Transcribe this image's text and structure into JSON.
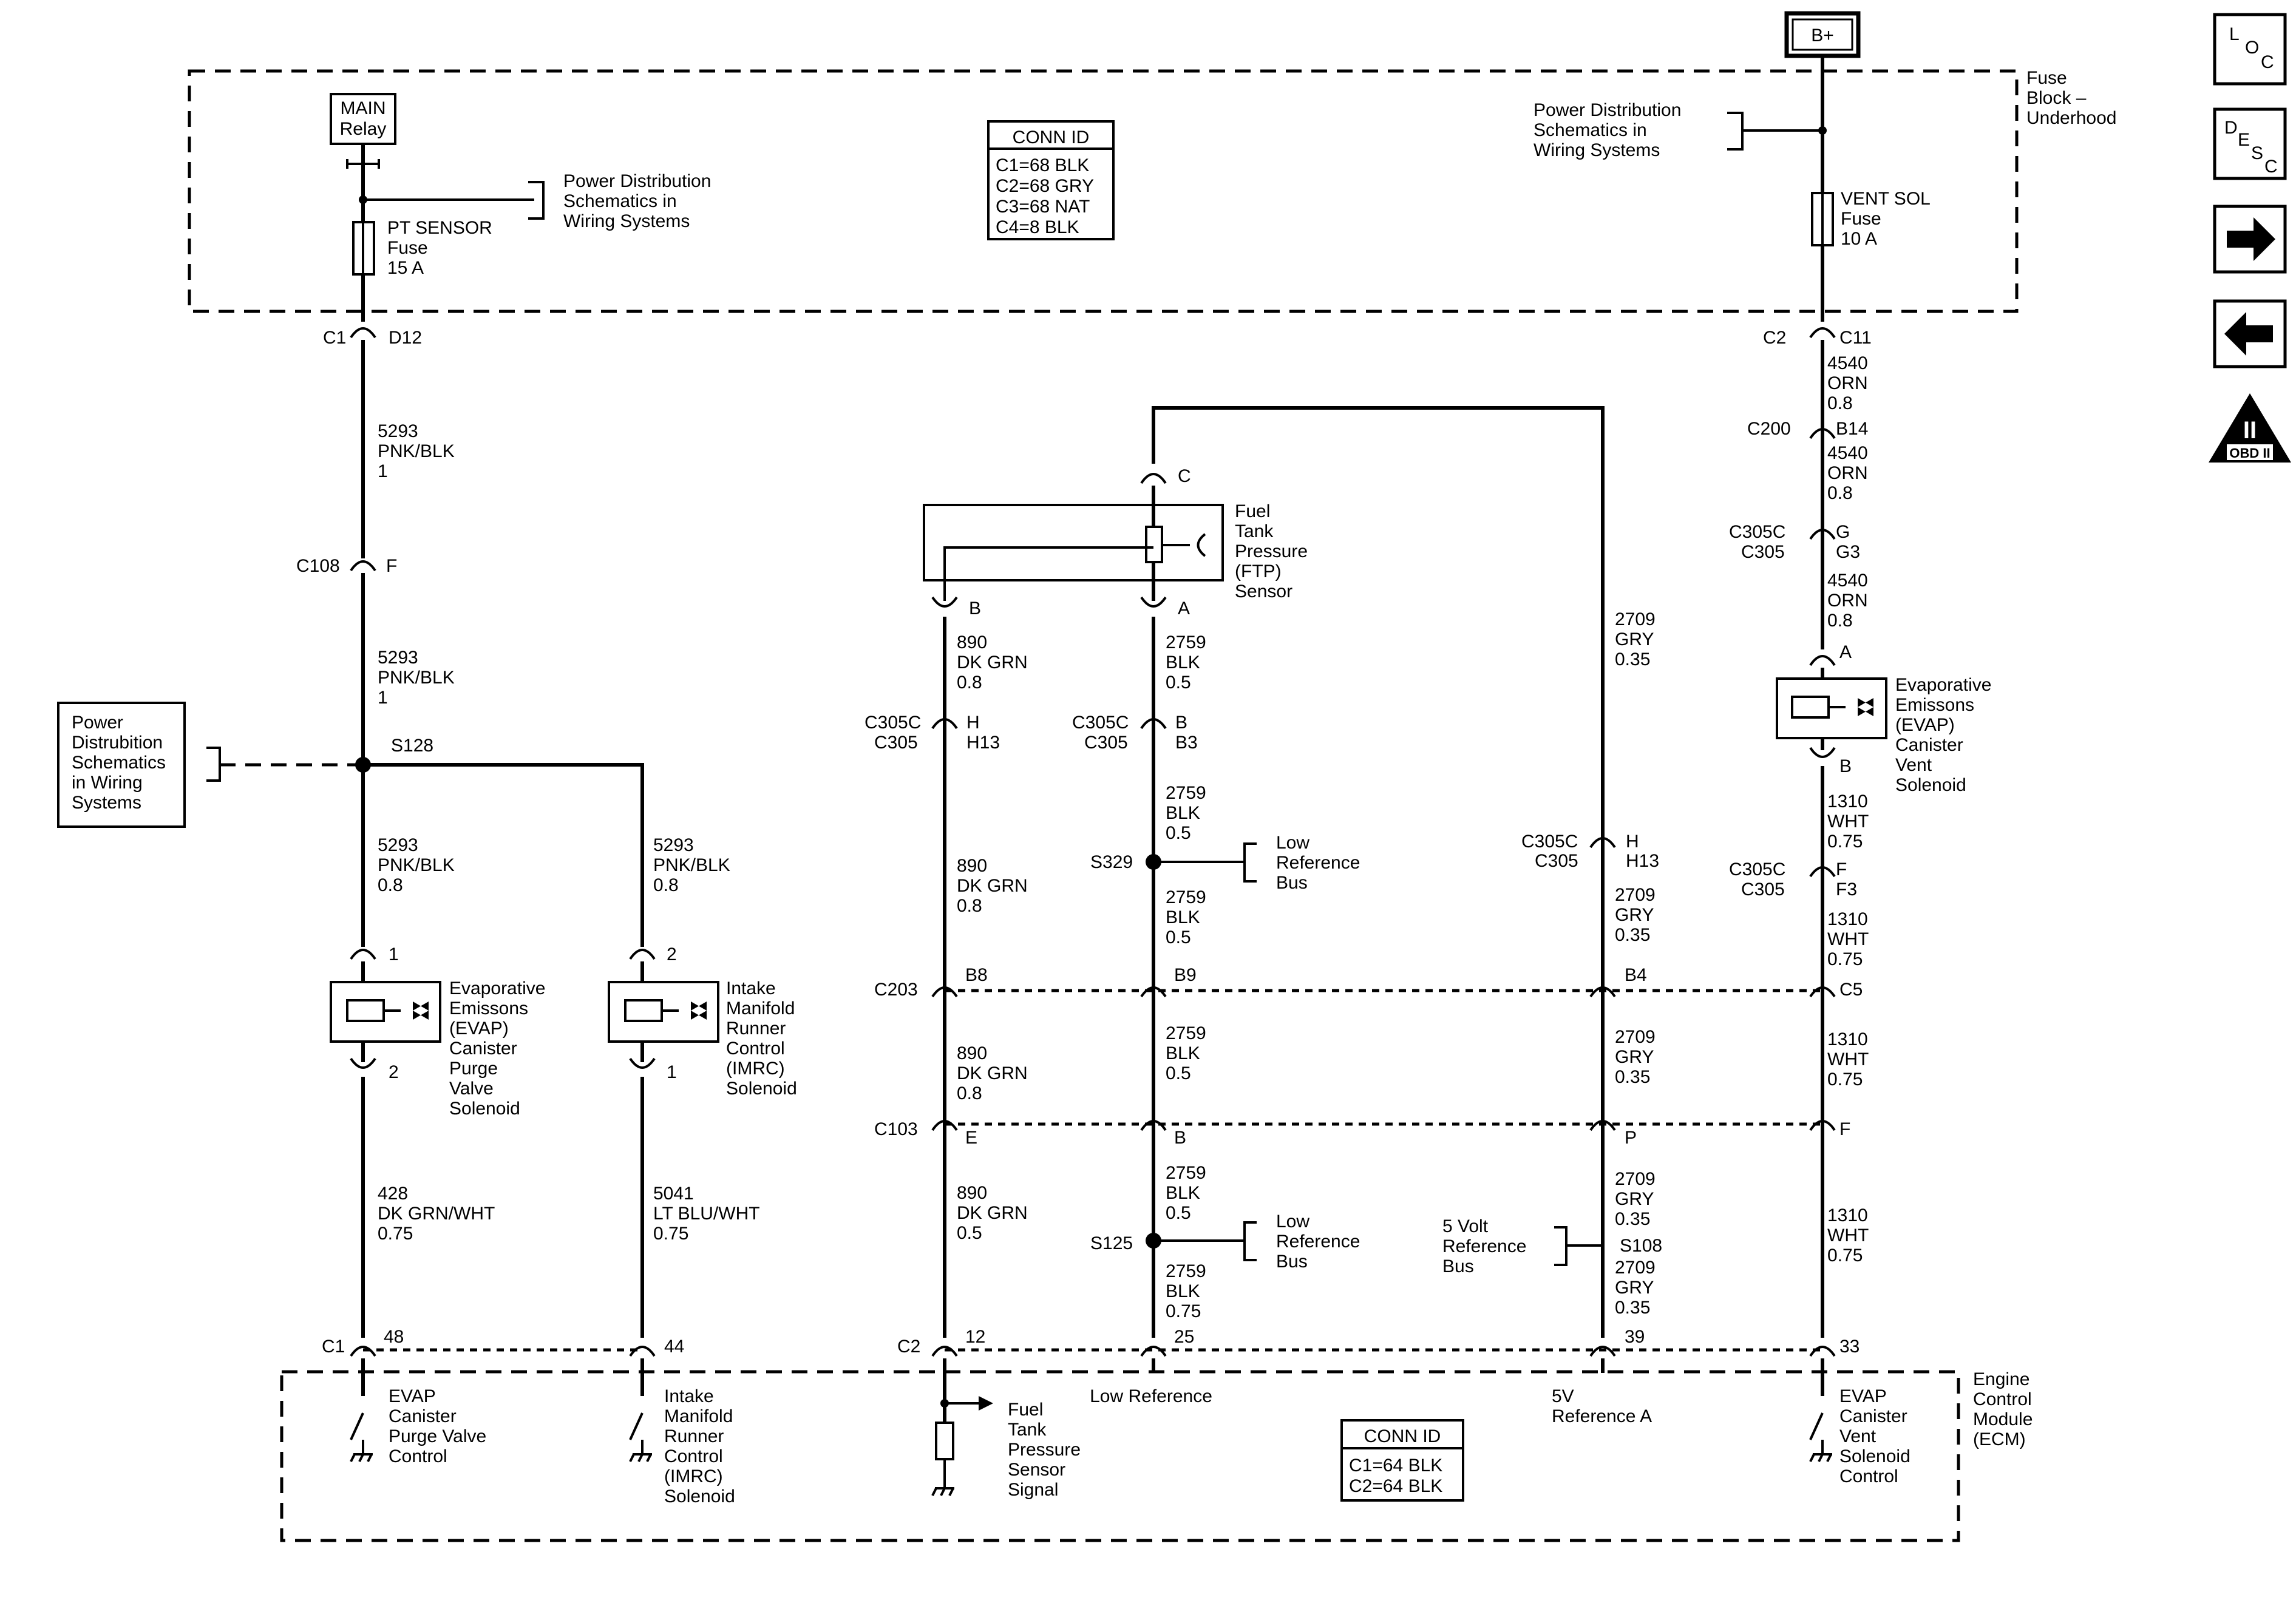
{
  "top": {
    "battery": "B+",
    "fuse_block_label": [
      "Fuse",
      "Block –",
      "Underhood"
    ],
    "main_relay": [
      "MAIN",
      "Relay"
    ],
    "pd_ref_left": [
      "Power Distribution",
      "Schematics in",
      "Wiring Systems"
    ],
    "pd_ref_right": [
      "Power Distribution",
      "Schematics in",
      "Wiring Systems"
    ],
    "pt_fuse": [
      "PT SENSOR",
      "Fuse",
      "15 A"
    ],
    "vent_fuse": [
      "VENT SOL",
      "Fuse",
      "10 A"
    ],
    "conn_id_title": "CONN ID",
    "conn_id_lines": [
      "C1=68 BLK",
      "C2=68 GRY",
      "C3=68 NAT",
      "C4=8 BLK"
    ]
  },
  "left_column": {
    "c1_label": "C1",
    "c1_pin": "D12",
    "wire1": [
      "5293",
      "PNK/BLK",
      "1"
    ],
    "c108_label": "C108",
    "c108_pin": "F",
    "wire2": [
      "5293",
      "PNK/BLK",
      "1"
    ],
    "pd_ref_side": [
      "Power",
      "Distrubition",
      "Schematics",
      "in Wiring",
      "Systems"
    ],
    "splice": "S128",
    "wire3": [
      "5293",
      "PNK/BLK",
      "0.8"
    ],
    "wire3b": [
      "5293",
      "PNK/BLK",
      "0.8"
    ],
    "purge_pin_top": "1",
    "purge_pin_bottom": "2",
    "purge_label": [
      "Evaporative",
      "Emissons",
      "(EVAP)",
      "Canister",
      "Purge",
      "Valve",
      "Solenoid"
    ],
    "imrc_pin_top": "2",
    "imrc_pin_bottom": "1",
    "imrc_label": [
      "Intake",
      "Manifold",
      "Runner",
      "Control",
      "(IMRC)",
      "Solenoid"
    ],
    "wire_purge": [
      "428",
      "DK GRN/WHT",
      "0.75"
    ],
    "wire_imrc": [
      "5041",
      "LT BLU/WHT",
      "0.75"
    ]
  },
  "ftp": {
    "pin_c": "C",
    "pin_b": "B",
    "pin_a": "A",
    "sensor_label": [
      "Fuel",
      "Tank",
      "Pressure",
      "(FTP)",
      "Sensor"
    ],
    "wire_b1": [
      "890",
      "DK GRN",
      "0.8"
    ],
    "wire_a1": [
      "2759",
      "BLK",
      "0.5"
    ],
    "wire_c1": [
      "2709",
      "GRY",
      "0.35"
    ],
    "c305_left_label": [
      "C305C",
      "C305"
    ],
    "c305_left_pins": [
      "H",
      "H13"
    ],
    "c305_mid_label": [
      "C305C",
      "C305"
    ],
    "c305_mid_pins": [
      "B",
      "B3"
    ],
    "c305_right_label": [
      "C305C",
      "C305"
    ],
    "c305_right_pins": [
      "H",
      "H13"
    ],
    "wire_a2": [
      "2759",
      "BLK",
      "0.5"
    ],
    "s329": "S329",
    "low_ref_bus_1": [
      "Low",
      "Reference",
      "Bus"
    ],
    "wire_b2": [
      "890",
      "DK GRN",
      "0.8"
    ],
    "wire_a3": [
      "2759",
      "BLK",
      "0.5"
    ],
    "wire_c2": [
      "2709",
      "GRY",
      "0.35"
    ],
    "c203": "C203",
    "c203_pins": [
      "B8",
      "B9",
      "B4",
      "C5"
    ],
    "wire_b3": [
      "890",
      "DK GRN",
      "0.8"
    ],
    "wire_a4": [
      "2759",
      "BLK",
      "0.5"
    ],
    "wire_c3": [
      "2709",
      "GRY",
      "0.35"
    ],
    "c103": "C103",
    "c103_pins": [
      "E",
      "B",
      "P",
      "F"
    ],
    "wire_b4": [
      "890",
      "DK GRN",
      "0.5"
    ],
    "wire_a5": [
      "2759",
      "BLK",
      "0.5"
    ],
    "s125": "S125",
    "low_ref_bus_2": [
      "Low",
      "Reference",
      "Bus"
    ],
    "wire_a6": [
      "2759",
      "BLK",
      "0.75"
    ],
    "wire_c4": [
      "2709",
      "GRY",
      "0.35"
    ],
    "five_volt_bus": [
      "5 Volt",
      "Reference",
      "Bus"
    ],
    "s108": "S108",
    "wire_c5": [
      "2709",
      "GRY",
      "0.35"
    ]
  },
  "right_column": {
    "c2_label": "C2",
    "c2_pin": "C11",
    "wire1": [
      "4540",
      "ORN",
      "0.8"
    ],
    "c200_label": "C200",
    "c200_pin": "B14",
    "wire2": [
      "4540",
      "ORN",
      "0.8"
    ],
    "c305_label": [
      "C305C",
      "C305"
    ],
    "c305_pins": [
      "G",
      "G3"
    ],
    "wire3": [
      "4540",
      "ORN",
      "0.8"
    ],
    "vent_pin_top": "A",
    "vent_pin_bottom": "B",
    "vent_label": [
      "Evaporative",
      "Emissons",
      "(EVAP)",
      "Canister",
      "Vent",
      "Solenoid"
    ],
    "wire4": [
      "1310",
      "WHT",
      "0.75"
    ],
    "c305b_label": [
      "C305C",
      "C305"
    ],
    "c305b_pins": [
      "F",
      "F3"
    ],
    "wire5": [
      "1310",
      "WHT",
      "0.75"
    ],
    "wire6": [
      "1310",
      "WHT",
      "0.75"
    ],
    "wire7": [
      "1310",
      "WHT",
      "0.75"
    ]
  },
  "ecm": {
    "c1_label": "C1",
    "c2_label": "C2",
    "pins": [
      "48",
      "44",
      "12",
      "25",
      "39",
      "33"
    ],
    "purge_ctrl": [
      "EVAP",
      "Canister",
      "Purge Valve",
      "Control"
    ],
    "imrc_ctrl": [
      "Intake",
      "Manifold",
      "Runner",
      "Control",
      "(IMRC)",
      "Solenoid"
    ],
    "ftp_signal": [
      "Fuel",
      "Tank",
      "Pressure",
      "Sensor",
      "Signal"
    ],
    "low_ref": "Low Reference",
    "ref_a": [
      "5V",
      "Reference A"
    ],
    "vent_ctrl": [
      "EVAP",
      "Canister",
      "Vent",
      "Solenoid",
      "Control"
    ],
    "module_label": [
      "Engine",
      "Control",
      "Module",
      "(ECM)"
    ],
    "conn_id_title": "CONN ID",
    "conn_id_lines": [
      "C1=64 BLK",
      "C2=64 BLK"
    ]
  },
  "nav": {
    "loc_letters": [
      "L",
      "O",
      "C"
    ],
    "desc_letters": [
      "D",
      "E",
      "S",
      "C"
    ],
    "next_icon": "arrow-right-icon",
    "prev_icon": "arrow-left-icon",
    "obd_numeral": "II",
    "obd_text": "OBD II"
  }
}
